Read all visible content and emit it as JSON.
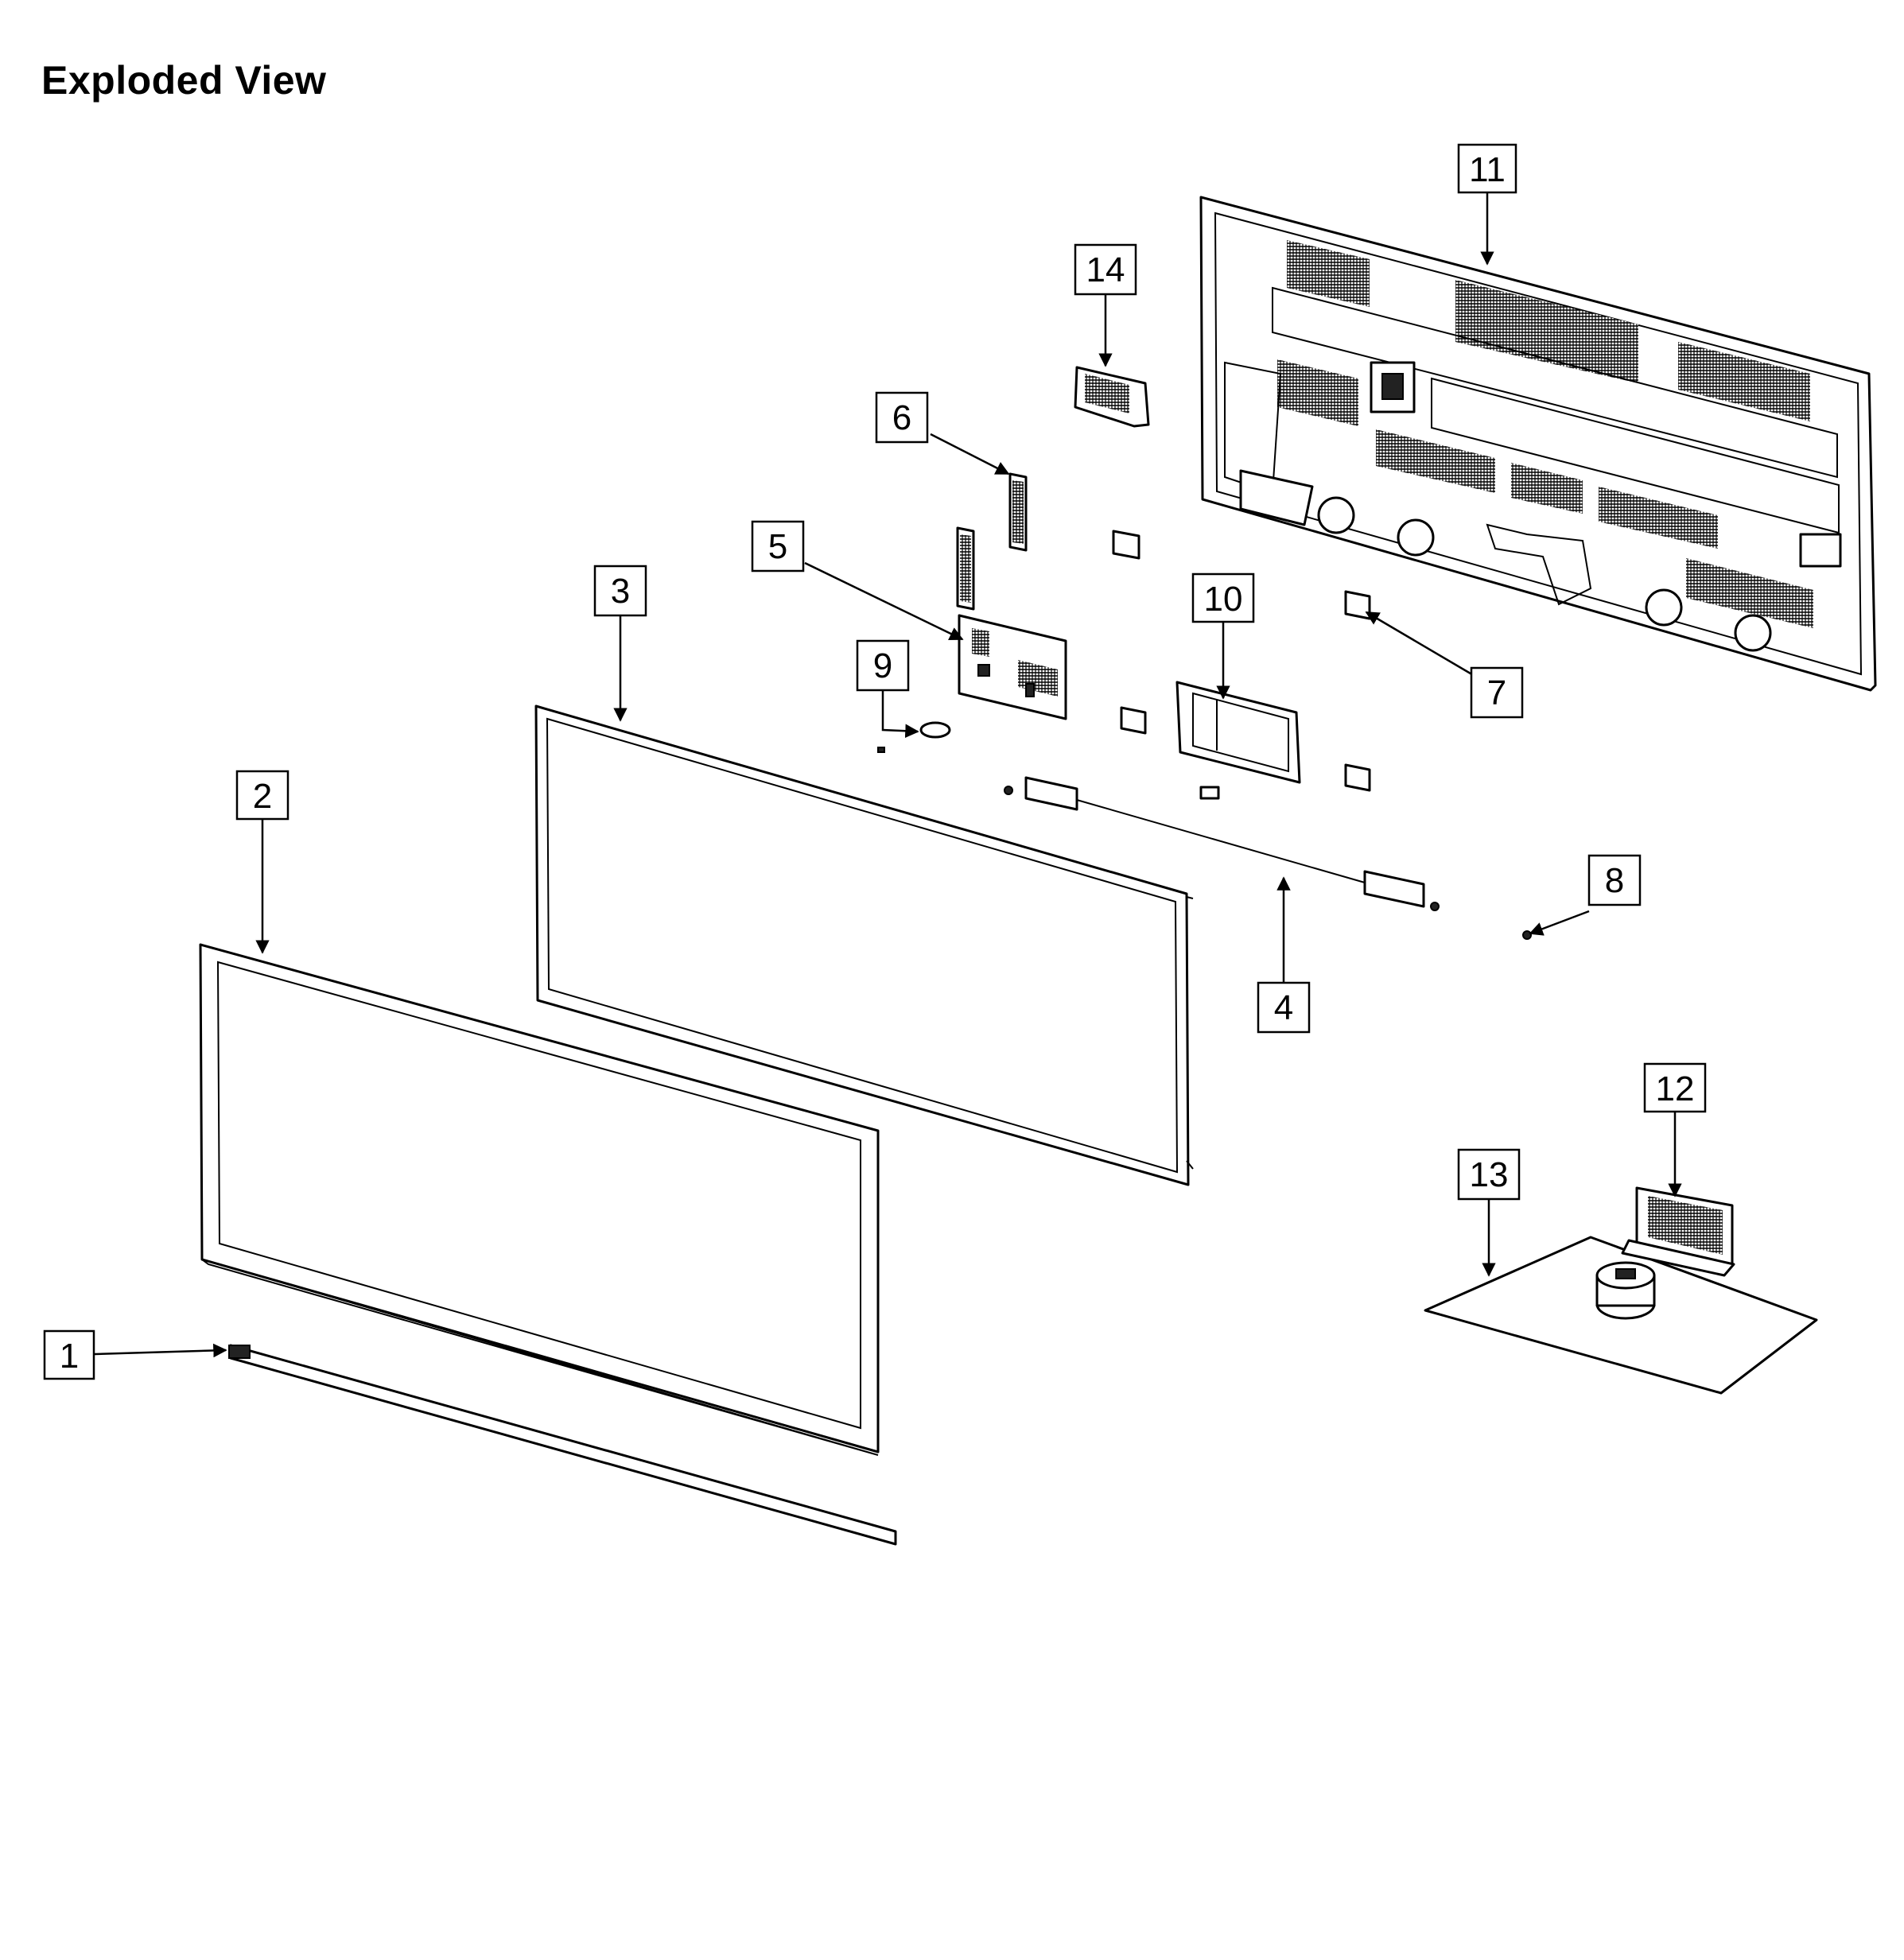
{
  "title": "Exploded View",
  "callouts": [
    {
      "id": "1",
      "label": "1"
    },
    {
      "id": "2",
      "label": "2"
    },
    {
      "id": "3",
      "label": "3"
    },
    {
      "id": "4",
      "label": "4"
    },
    {
      "id": "5",
      "label": "5"
    },
    {
      "id": "6",
      "label": "6"
    },
    {
      "id": "7",
      "label": "7"
    },
    {
      "id": "8",
      "label": "8"
    },
    {
      "id": "9",
      "label": "9"
    },
    {
      "id": "10",
      "label": "10"
    },
    {
      "id": "11",
      "label": "11"
    },
    {
      "id": "12",
      "label": "12"
    },
    {
      "id": "13",
      "label": "13"
    },
    {
      "id": "14",
      "label": "14"
    }
  ]
}
